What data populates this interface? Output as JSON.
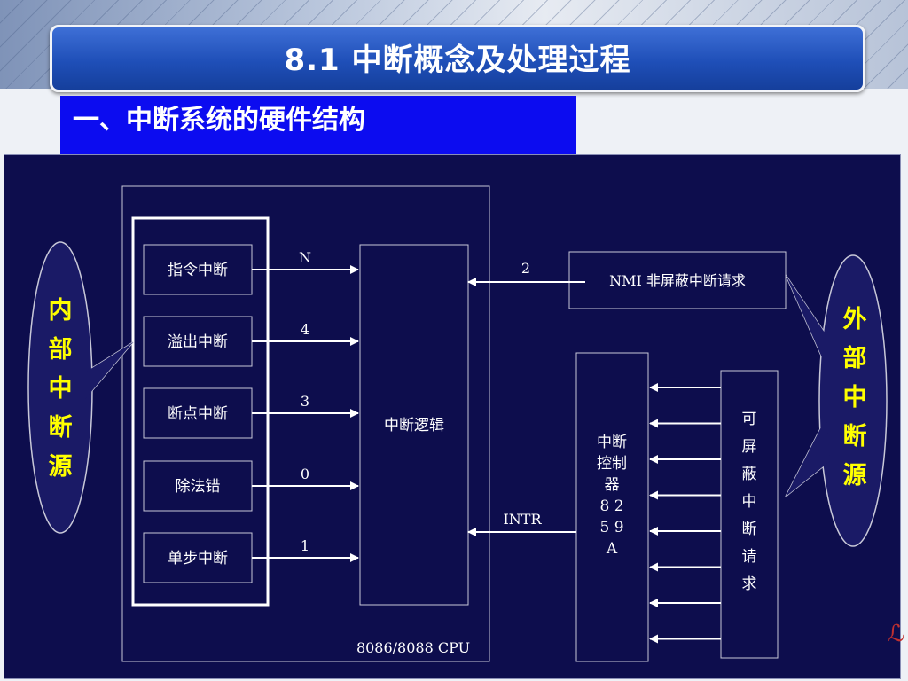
{
  "slide": {
    "title": "8.1  中断概念及处理过程",
    "subtitle": "一、中断系统的硬件结构"
  },
  "diagram": {
    "internal_sources_label": [
      "内",
      "部",
      "中",
      "断",
      "源"
    ],
    "external_sources_label": [
      "外",
      "部",
      "中",
      "断",
      "源"
    ],
    "internal_interrupts": [
      {
        "label": "指令中断",
        "type_code": "N"
      },
      {
        "label": "溢出中断",
        "type_code": "4"
      },
      {
        "label": "断点中断",
        "type_code": "3"
      },
      {
        "label": "除法错",
        "type_code": "0"
      },
      {
        "label": "单步中断",
        "type_code": "1"
      }
    ],
    "interrupt_logic_label": "中断逻辑",
    "cpu_label": "8086/8088 CPU",
    "nmi_code": "2",
    "nmi_request_label": "NMI 非屏蔽中断请求",
    "intr_label": "INTR",
    "controller_label": [
      "中断",
      "控制",
      "器",
      "8 2",
      "5 9",
      "A"
    ],
    "maskable_request_label": [
      "可",
      "屏",
      "蔽",
      "中",
      "断",
      "请",
      "求"
    ]
  },
  "colors": {
    "panel_background": "#0d0d4d",
    "line_color": "#ffffff",
    "source_bubble_fill": "#1a1a66",
    "internal_label_color": "#ffff00",
    "external_label_color": "#ffff00",
    "subtitle_background": "#0c0cf0",
    "title_bar": "#2558c6"
  }
}
